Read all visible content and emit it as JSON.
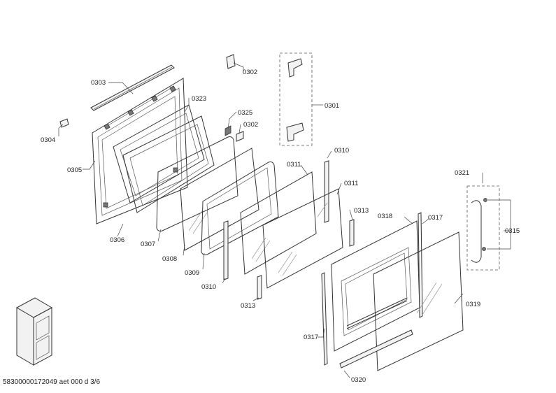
{
  "diagram": {
    "labels": {
      "p0301": "0301",
      "p0302_top": "0302",
      "p0302_mid": "0302",
      "p0303": "0303",
      "p0304": "0304",
      "p0305": "0305",
      "p0306": "0306",
      "p0307": "0307",
      "p0308": "0308",
      "p0309": "0309",
      "p0310_top": "0310",
      "p0310_bottom": "0310",
      "p0311_a": "0311",
      "p0311_b": "0311",
      "p0313_top": "0313",
      "p0313_bottom": "0313",
      "p0315": "0315",
      "p0317_top": "0317",
      "p0317_bottom": "0317",
      "p0318": "0318",
      "p0319": "0319",
      "p0320": "0320",
      "p0321": "0321",
      "p0323": "0323",
      "p0325": "0325"
    },
    "footer": "58300000172049 aet 000 d 3/6"
  }
}
